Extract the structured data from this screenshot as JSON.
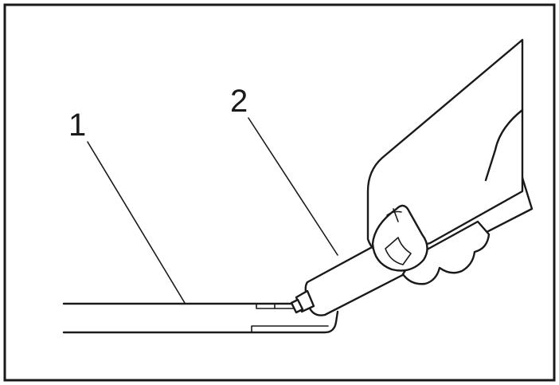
{
  "figure": {
    "callouts": [
      {
        "id": "1",
        "label": "1"
      },
      {
        "id": "2",
        "label": "2"
      }
    ],
    "colors": {
      "ink": "#1a1a1a",
      "background": "#ffffff",
      "frame": "#1a1a1a"
    }
  }
}
